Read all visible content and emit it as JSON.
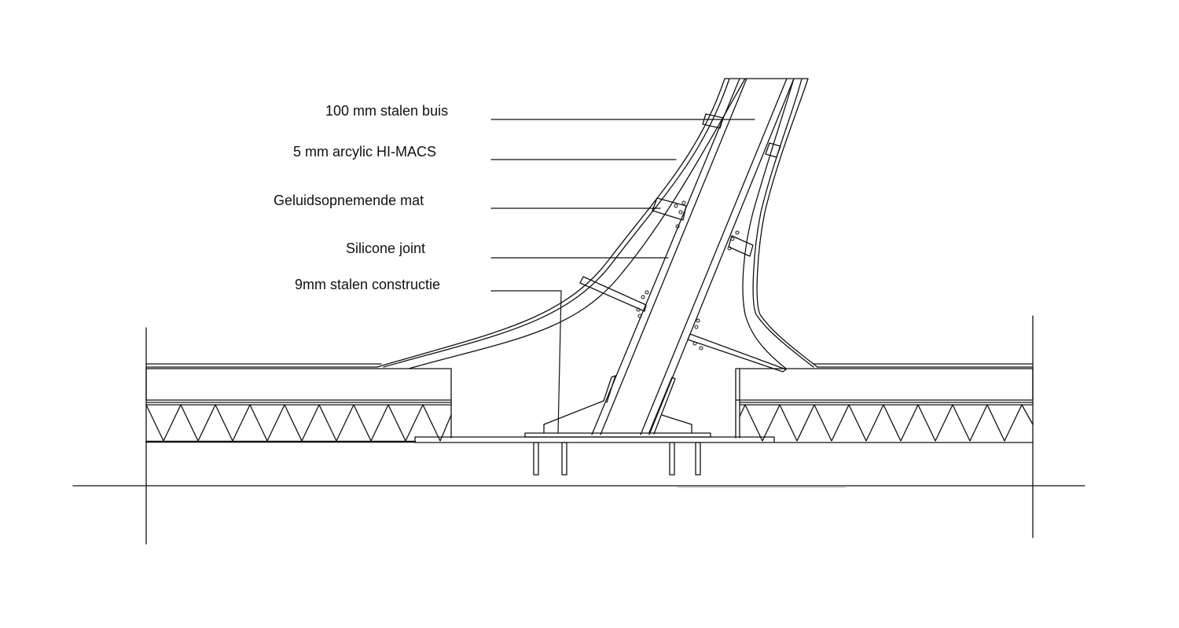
{
  "labels": {
    "tube": "100 mm stalen buis",
    "acrylic": "5 mm arcylic HI-MACS",
    "mat": "Geluidsopnemende mat",
    "silicone": "Silicone joint",
    "steel": "9mm stalen constructie"
  },
  "colors": {
    "stroke": "#111111",
    "background": "#ffffff"
  }
}
